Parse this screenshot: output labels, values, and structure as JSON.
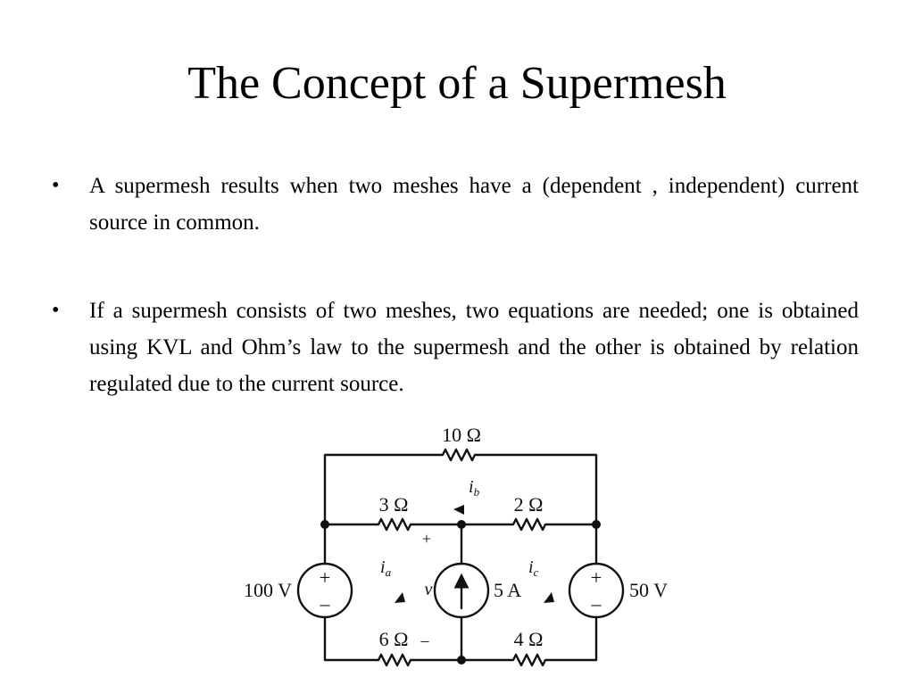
{
  "slide": {
    "title": "The Concept of a Supermesh",
    "bullet_glyph": "•",
    "bullets": [
      "A supermesh results when two meshes have a (dependent , independent) current source in common.",
      "If a supermesh consists of two meshes, two equations are needed; one is obtained using KVL and Ohm’s law to the supermesh and the other is obtained by relation regulated due to the current source."
    ]
  },
  "circuit": {
    "resistors": {
      "top": "10 Ω",
      "upper_left": "3 Ω",
      "upper_right": "2 Ω",
      "lower_left": "6 Ω",
      "lower_right": "4 Ω"
    },
    "sources": {
      "left_voltage": "100 V",
      "right_voltage": "50 V",
      "current": "5 A"
    },
    "mesh_currents": {
      "a_main": "i",
      "a_sub": "a",
      "b_main": "i",
      "b_sub": "b",
      "c_main": "i",
      "c_sub": "c"
    },
    "marks": {
      "plus": "+",
      "minus": "–",
      "v": "v"
    }
  }
}
